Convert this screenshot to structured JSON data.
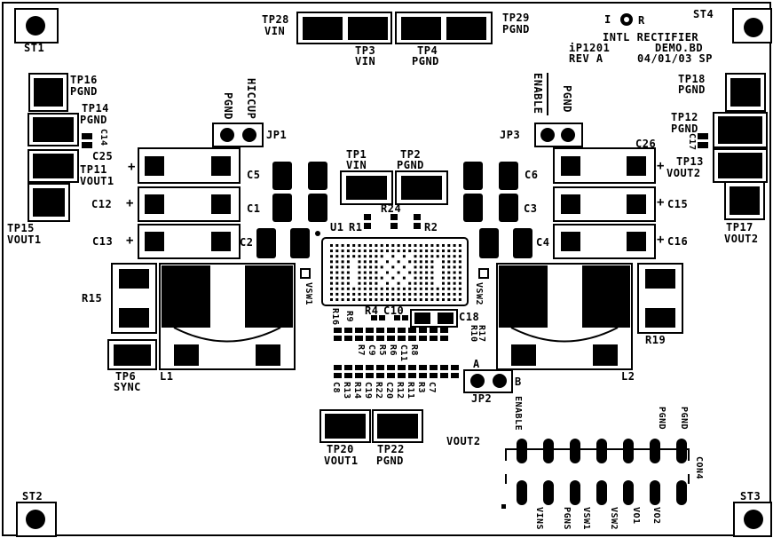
{
  "board": {
    "logo_i": "I",
    "logo_r": "R",
    "company": "INTL  RECTIFIER",
    "part": "iP1201",
    "demo": "DEMO.BD",
    "rev": "REV A",
    "date": "04/01/03 SP"
  },
  "standoffs": {
    "st1": "ST1",
    "st2": "ST2",
    "st3": "ST3",
    "st4": "ST4"
  },
  "testpoints": {
    "tp28": "TP28",
    "tp28_net": "VIN",
    "tp29": "TP29",
    "tp29_net": "PGND",
    "tp3": "TP3",
    "tp3_net": "VIN",
    "tp4": "TP4",
    "tp4_net": "PGND",
    "tp16": "TP16",
    "tp16_net": "PGND",
    "tp14": "TP14",
    "tp14_net": "PGND",
    "tp11": "TP11",
    "tp11_net": "VOUT1",
    "tp15": "TP15",
    "tp15_net": "VOUT1",
    "tp18": "TP18",
    "tp18_net": "PGND",
    "tp12": "TP12",
    "tp12_net": "PGND",
    "tp13": "TP13",
    "tp13_net": "VOUT2",
    "tp17": "TP17",
    "tp17_net": "VOUT2",
    "tp1": "TP1",
    "tp1_net": "VIN",
    "tp2": "TP2",
    "tp2_net": "PGND",
    "tp6": "TP6",
    "tp6_net": "SYNC",
    "tp20": "TP20",
    "tp20_net": "VOUT1",
    "tp22": "TP22",
    "tp22_net": "PGND"
  },
  "jumpers": {
    "jp1": "JP1",
    "jp1_a": "PGND",
    "jp1_b": "HICCUP",
    "jp3": "JP3",
    "jp3_a": "ENABLE",
    "jp3_b": "PGND",
    "jp2": "JP2",
    "jp2_a": "A",
    "jp2_b": "B"
  },
  "components": {
    "c1": "C1",
    "c2": "C2",
    "c3": "C3",
    "c4": "C4",
    "c5": "C5",
    "c6": "C6",
    "c12": "C12",
    "c13": "C13",
    "c15": "C15",
    "c16": "C16",
    "c25": "C25",
    "c26": "C26",
    "c14": "C14",
    "c17": "C17",
    "c10": "C10",
    "c18": "C18",
    "r1": "R1",
    "r2": "R2",
    "r24": "R24",
    "r4": "R4",
    "r15": "R15",
    "r19": "R19",
    "r16": "R16",
    "r9": "R9",
    "r17": "R17",
    "r10": "R10",
    "u1": "U1",
    "l1": "L1",
    "l2": "L2",
    "vsw1": "VSW1",
    "vsw2": "VSW2",
    "plus": "+"
  },
  "row1": {
    "c9": "C9",
    "r5": "R5",
    "r6": "R6",
    "c11": "C11",
    "r8": "R8",
    "r7": "R7"
  },
  "row2": {
    "c8": "C8",
    "r13": "R13",
    "r14": "R14",
    "c19": "C19",
    "r22": "R22",
    "c20": "C20",
    "r12": "R12",
    "r11": "R11",
    "r3": "R3",
    "c7": "C7"
  },
  "connector": {
    "vout2": "VOUT2",
    "ref": "CON4",
    "top_enable": "ENABLE",
    "top_pgnd1": "PGND",
    "top_pgnd2": "PGND",
    "bot_vins": "VINS",
    "bot_pgns": "PGNS",
    "bot_vsw1": "VSW1",
    "bot_vsw2": "VSW2",
    "bot_vo1": "VO1",
    "bot_vo2": "VO2"
  }
}
